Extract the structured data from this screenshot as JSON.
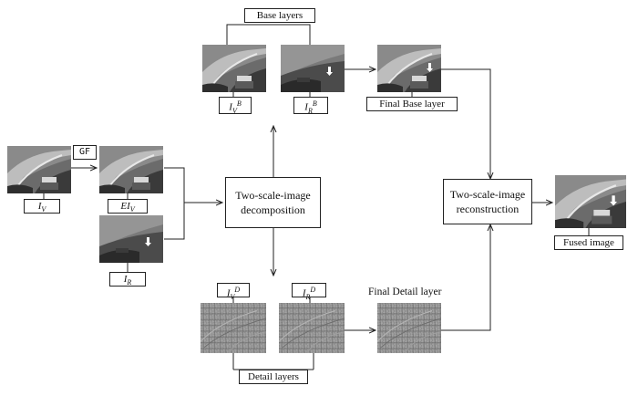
{
  "labels": {
    "base_layers": "Base layers",
    "detail_layers": "Detail layers",
    "final_base_layer": "Final Base layer",
    "final_detail_layer": "Final Detail  layer",
    "gf": "GF",
    "iv": "I",
    "iv_sub": "V",
    "eiv": "EI",
    "eiv_sub": "V",
    "ir": "I",
    "ir_sub": "R",
    "ivb": "I",
    "ivb_sub": "V",
    "ivb_sup": "B",
    "irb": "I",
    "irb_sub": "R",
    "irb_sup": "B",
    "ivd": "I",
    "ivd_sub": "V",
    "ivd_sup": "D",
    "ird": "I",
    "ird_sub": "R",
    "ird_sup": "D",
    "fused_image": "Fused image"
  },
  "boxes": {
    "decomposition_line1": "Two-scale-image",
    "decomposition_line2": "decomposition",
    "reconstruction_line1": "Two-scale-image",
    "reconstruction_line2": "reconstruction"
  }
}
